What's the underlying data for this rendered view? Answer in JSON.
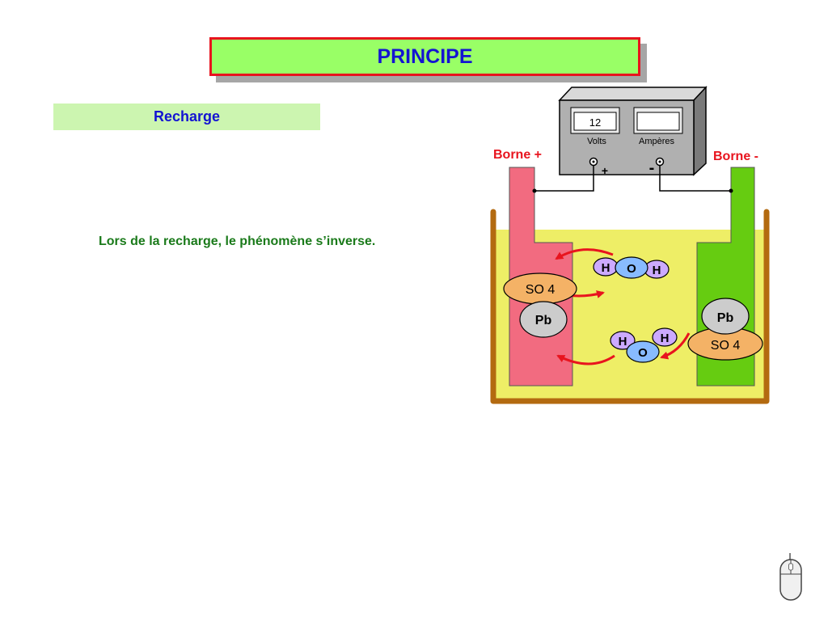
{
  "title": "PRINCIPE",
  "section": "Recharge",
  "description": "Lors de la recharge, le phénomène s’inverse.",
  "meter": {
    "volts_value": "12",
    "volts_label": "Volts",
    "amperes_value": "",
    "amperes_label": "Ampères",
    "plus_sign": "+",
    "minus_sign": "-"
  },
  "terminals": {
    "positive": "Borne +",
    "negative": "Borne -"
  },
  "molecules": {
    "h": "H",
    "o": "O",
    "so4": "SO 4",
    "pb": "Pb"
  },
  "colors": {
    "title_bg": "#99ff66",
    "title_border": "#e8141e",
    "title_text": "#1414d2",
    "electrolyte": "#eeee66",
    "positive_plate": "#f26b80",
    "negative_plate": "#66cc11",
    "tank": "#b36a10",
    "arrow": "#e8141e"
  }
}
